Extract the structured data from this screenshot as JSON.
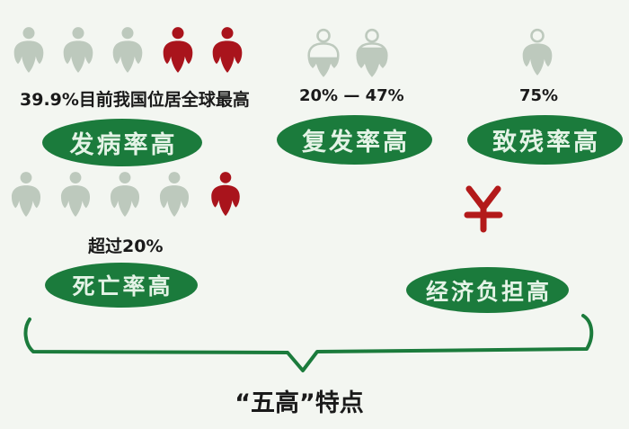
{
  "title": "“五高”特点",
  "colors": {
    "background": "#f3f6f1",
    "green": "#1b7b3c",
    "oval_text": "#e4f3e6",
    "red": "#a9141c",
    "gray_icon": "#bdc9bd",
    "text": "#1a1a1a"
  },
  "icons": {
    "person": "person-icon",
    "currency": "yuan-icon",
    "brace": "curly-brace-icon"
  },
  "sections": {
    "incidence": {
      "stat": "39.9%目前我国位居全球最高",
      "label": "发病率高",
      "icon_fills": [
        "gray",
        "gray",
        "gray",
        "red",
        "red"
      ]
    },
    "recurrence": {
      "stat": "20% — 47%",
      "label": "复发率高",
      "icon_fills": [
        "outline-partial-low",
        "outline-partial-high"
      ]
    },
    "disability": {
      "stat": "75%",
      "label": "致残率高",
      "icon_fills": [
        "outline-head-filled-body"
      ]
    },
    "mortality": {
      "stat": "超过20%",
      "label": "死亡率高",
      "icon_fills": [
        "gray",
        "gray",
        "gray",
        "gray",
        "red"
      ]
    },
    "economic": {
      "label": "经济负担高",
      "currency_symbol": "¥"
    }
  },
  "caption": "“五高”特点"
}
